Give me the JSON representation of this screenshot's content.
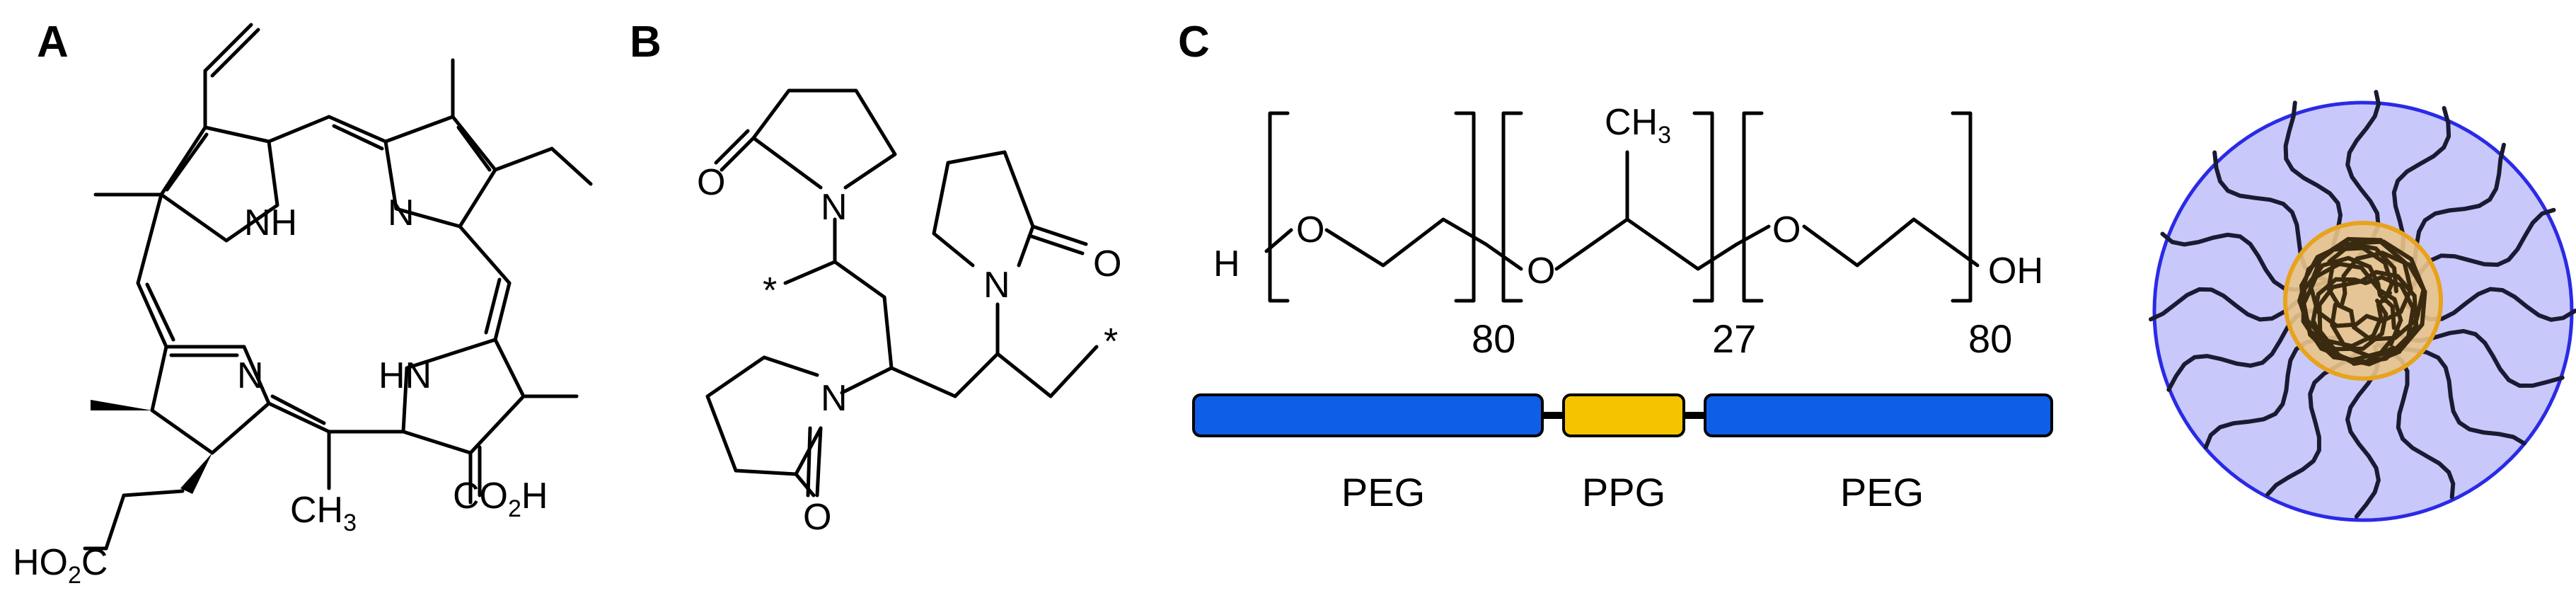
{
  "panels": {
    "a": "A",
    "b": "B",
    "c": "C"
  },
  "panel_a": {
    "atoms": {
      "nh_top": "NH",
      "n_top": "N",
      "n_bottom": "N",
      "hn_bottom": "HN",
      "ch3_main": "CH",
      "ch3_sub": "3",
      "co2h_main": "CO",
      "co2h_sub": "2",
      "co2h_end": "H",
      "ho2c_main": "HO",
      "ho2c_sub": "2",
      "ho2c_end": "C"
    }
  },
  "panel_b": {
    "atoms": {
      "o1": "O",
      "n1": "N",
      "o2": "O",
      "n2": "N",
      "n3": "N",
      "o3": "O",
      "star1": "*",
      "star2": "*"
    }
  },
  "panel_c": {
    "atoms": {
      "h": "H",
      "o1": "O",
      "o2": "O",
      "o3": "O",
      "oh": "OH",
      "ch3_main": "CH",
      "ch3_sub": "3"
    },
    "repeat_counts": [
      "80",
      "27",
      "80"
    ],
    "blocks": [
      {
        "label": "PEG",
        "color": "#0f5ee8"
      },
      {
        "label": "PPG",
        "color": "#f5c400"
      },
      {
        "label": "PEG",
        "color": "#0f5ee8"
      }
    ],
    "micelle": {
      "shell_color": "#c8c8fa",
      "core_color": "#e8c48a",
      "outline_color": "#2a2ae6",
      "core_outline": "#e8a21c"
    }
  }
}
